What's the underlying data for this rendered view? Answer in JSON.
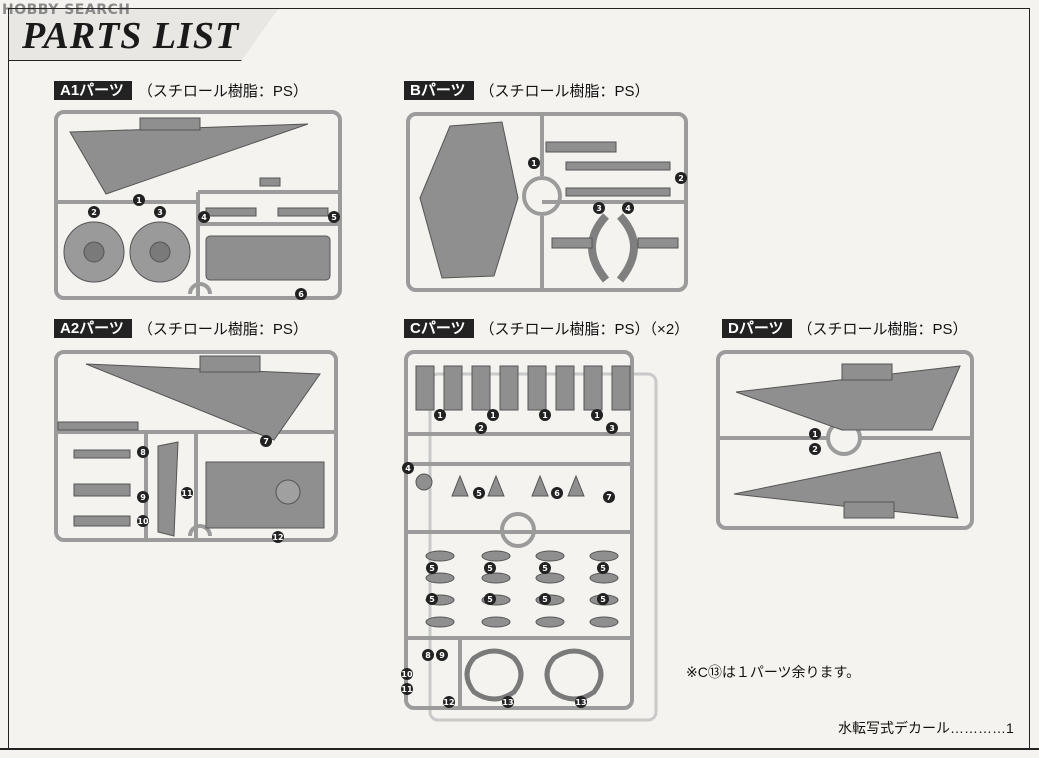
{
  "watermark": "HOBBY SEARCH",
  "title": "PARTS LIST",
  "sections": {
    "a1": {
      "tag": "A1パーツ",
      "desc": "（スチロール樹脂：PS）"
    },
    "b": {
      "tag": "Bパーツ",
      "desc": "（スチロール樹脂：PS）"
    },
    "a2": {
      "tag": "A2パーツ",
      "desc": "（スチロール樹脂：PS）"
    },
    "c": {
      "tag": "Cパーツ",
      "desc": "（スチロール樹脂：PS）（×2）"
    },
    "d": {
      "tag": "Dパーツ",
      "desc": "（スチロール樹脂：PS）"
    }
  },
  "part_numbers": {
    "n1": "1",
    "n2": "2",
    "n3": "3",
    "n4": "4",
    "n5": "5",
    "n6": "6",
    "n7": "7",
    "n8": "8",
    "n9": "9",
    "n10": "10",
    "n11": "11",
    "n12": "12",
    "n13": "13"
  },
  "note": "※C⑬は１パーツ余ります。",
  "decal": "水転写式デカール…………1",
  "colors": {
    "runner": "#9b9b9b",
    "part_fill": "#8f8f8f",
    "part_dark": "#6f6f6f",
    "tag_bg": "#222222"
  }
}
